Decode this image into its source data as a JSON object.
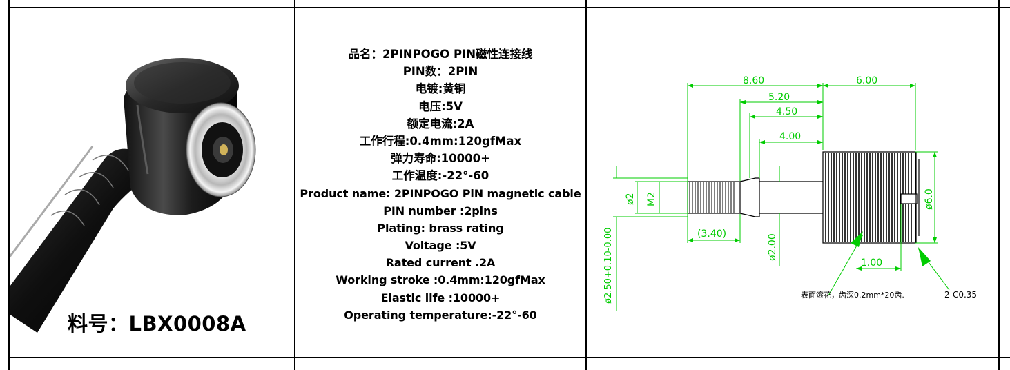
{
  "product": {
    "part_number": "料号：LBX0008A",
    "specs_cn": [
      "品名：2PINPOGO PIN磁性连接线",
      "PIN数：2PIN",
      "电镀:黄铜",
      "电压:5V",
      "额定电流:2A",
      "工作行程:0.4mm:120gfMax",
      "弹力寿命:10000+",
      "工作温度:-22°-60"
    ],
    "specs_en": [
      "Product name: 2PINPOGO PlN magnetic cable",
      "PIN number :2pins",
      "Plating: brass rating",
      "Voltage :5V",
      "Rated current .2A",
      "Working stroke :0.4mm:120gfMax",
      "Elastic life :10000+",
      "Operating temperature:-22°-60"
    ]
  },
  "drawing": {
    "dimensions": {
      "d860": "8.60",
      "d600": "6.00",
      "d520": "5.20",
      "d450": "4.50",
      "d400": "4.00",
      "d340": "(3.40)",
      "d100": "1.00",
      "phi2": "ø2",
      "m2": "M2",
      "phi200": "ø2.00",
      "phi60": "ø6.0",
      "phi250": "ø2.50+0.10-0.00",
      "chamfer": "2-C0.35"
    },
    "note": "表面滚花，齿深0.2mm*20齿."
  },
  "colors": {
    "dimension_line": "#00cc00",
    "part_outline": "#000000",
    "border": "#000000"
  }
}
